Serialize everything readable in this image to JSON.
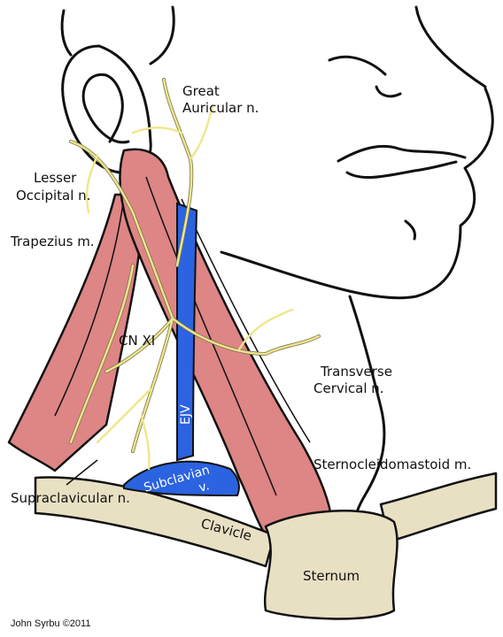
{
  "labels": {
    "great_auricular": [
      "Great",
      "Auricular n."
    ],
    "lesser_occipital": [
      "Lesser",
      "Occipital n."
    ],
    "trapezius": "Trapezius m.",
    "cn_xi": "CN XI",
    "transverse_cervical": [
      "Transverse",
      "Cervical n."
    ],
    "ejv": "EJV",
    "subclavian": [
      "Subclavian",
      "v."
    ],
    "sternocleidomastoid": "Sternocleidomastoid m.",
    "supraclavicular": "Supraclavicular n.",
    "clavicle": "Clavicle",
    "sternum": "Sternum",
    "credit": "John Syrbu ©2011"
  },
  "colors": {
    "muscle": "#de8585",
    "vein": "#2b63e0",
    "nerve": "#efe68c",
    "bone": "#e8e0c3",
    "outline": "#111111"
  }
}
